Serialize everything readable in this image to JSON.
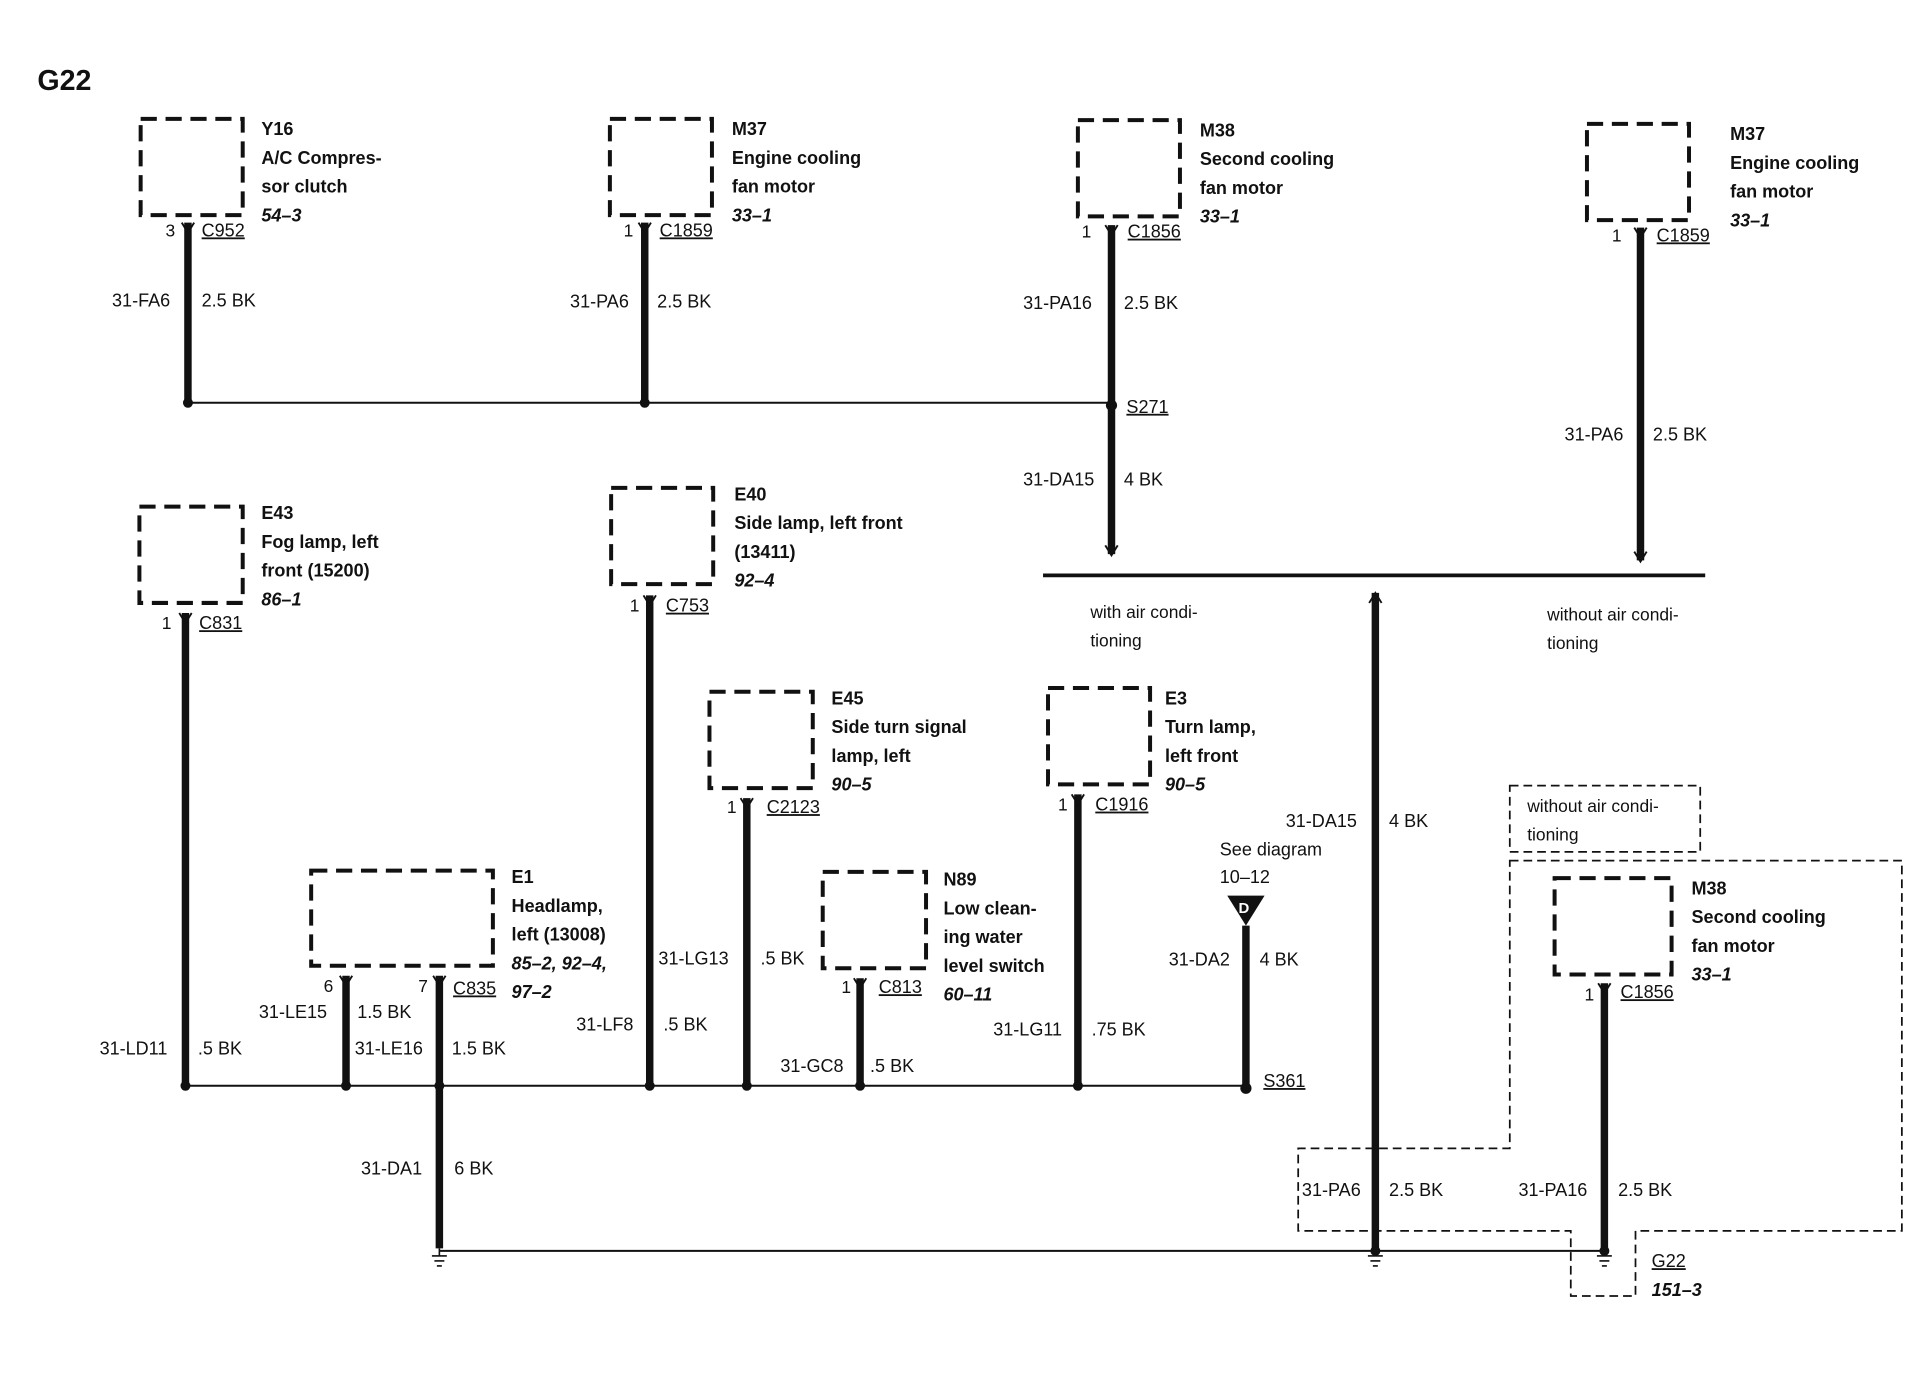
{
  "title": "G22",
  "components": {
    "y16": {
      "id": "Y16",
      "name1": "A/C Compres-",
      "name2": "sor clutch",
      "ref": "54–3",
      "pin": "3",
      "connector": "C952"
    },
    "m37a": {
      "id": "M37",
      "name1": "Engine cooling",
      "name2": "fan motor",
      "ref": "33–1",
      "pin": "1",
      "connector": "C1859"
    },
    "m38a": {
      "id": "M38",
      "name1": "Second cooling",
      "name2": "fan motor",
      "ref": "33–1",
      "pin": "1",
      "connector": "C1856"
    },
    "m37b": {
      "id": "M37",
      "name1": "Engine cooling",
      "name2": "fan motor",
      "ref": "33–1",
      "pin": "1",
      "connector": "C1859"
    },
    "e43": {
      "id": "E43",
      "name1": "Fog lamp, left",
      "name2": "front (15200)",
      "ref": "86–1",
      "pin": "1",
      "connector": "C831"
    },
    "e40": {
      "id": "E40",
      "name1": "Side lamp, left front",
      "name2": "(13411)",
      "ref": "92–4",
      "pin": "1",
      "connector": "C753"
    },
    "e45": {
      "id": "E45",
      "name1": "Side turn signal",
      "name2": "lamp, left",
      "ref": "90–5",
      "pin": "1",
      "connector": "C2123"
    },
    "e3": {
      "id": "E3",
      "name1": "Turn lamp,",
      "name2": "left front",
      "ref": "90–5",
      "pin": "1",
      "connector": "C1916"
    },
    "e1": {
      "id": "E1",
      "name1": "Headlamp,",
      "name2": "left (13008)",
      "ref": "85–2, 92–4,",
      "ref2": "97–2",
      "pin_a": "6",
      "pin_b": "7",
      "connector": "C835"
    },
    "n89": {
      "id": "N89",
      "name1": "Low clean-",
      "name2": "ing water",
      "name3": "level switch",
      "ref": "60–11",
      "pin": "1",
      "connector": "C813"
    },
    "m38b": {
      "id": "M38",
      "name1": "Second cooling",
      "name2": "fan motor",
      "ref": "33–1",
      "pin": "1",
      "connector": "C1856"
    }
  },
  "wires": {
    "fa6": {
      "circuit": "31-FA6",
      "spec": "2.5 BK"
    },
    "pa6_top": {
      "circuit": "31-PA6",
      "spec": "2.5 BK"
    },
    "pa16_top": {
      "circuit": "31-PA16",
      "spec": "2.5 BK"
    },
    "pa6_right": {
      "circuit": "31-PA6",
      "spec": "2.5 BK"
    },
    "da15_upper": {
      "circuit": "31-DA15",
      "spec": "4 BK"
    },
    "da15_lower": {
      "circuit": "31-DA15",
      "spec": "4 BK"
    },
    "ld11": {
      "circuit": "31-LD11",
      "spec": ".5 BK"
    },
    "le15": {
      "circuit": "31-LE15",
      "spec": "1.5 BK"
    },
    "le16": {
      "circuit": "31-LE16",
      "spec": "1.5 BK"
    },
    "lg13": {
      "circuit": "31-LG13",
      "spec": ".5 BK"
    },
    "lf8": {
      "circuit": "31-LF8",
      "spec": ".5 BK"
    },
    "gc8": {
      "circuit": "31-GC8",
      "spec": ".5 BK"
    },
    "lg11": {
      "circuit": "31-LG11",
      "spec": ".75 BK"
    },
    "da2": {
      "circuit": "31-DA2",
      "spec": "4 BK"
    },
    "da1": {
      "circuit": "31-DA1",
      "spec": "6 BK"
    },
    "pa6_bottom": {
      "circuit": "31-PA6",
      "spec": "2.5 BK"
    },
    "pa16_bottom": {
      "circuit": "31-PA16",
      "spec": "2.5 BK"
    }
  },
  "splices": {
    "s271": "S271",
    "s361": "S361"
  },
  "ground": {
    "id": "G22",
    "ref": "151–3"
  },
  "notes": {
    "with_ac_1": "with air condi-",
    "with_ac_2": "tioning",
    "without_ac_1": "without air condi-",
    "without_ac_2": "tioning",
    "box_without_ac_1": "without air condi-",
    "box_without_ac_2": "tioning",
    "see_diagram": "See diagram",
    "see_diagram_ref": "10–12",
    "ref_marker": "D"
  }
}
